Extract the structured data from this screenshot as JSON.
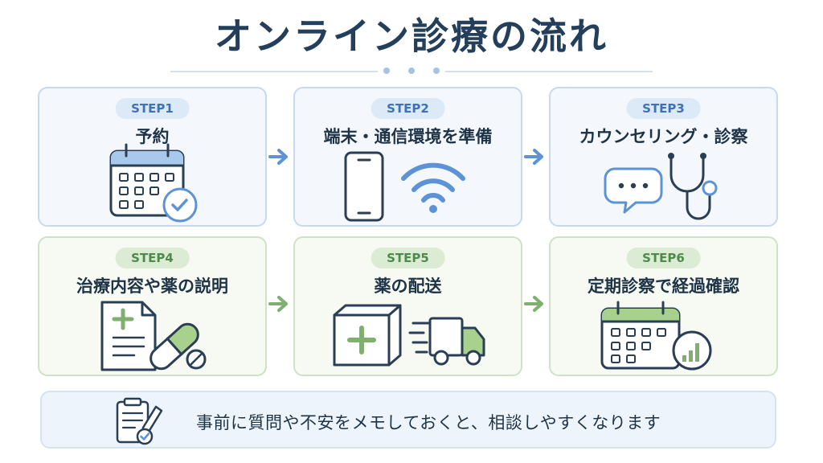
{
  "title": "オンライン診療の流れ",
  "steps": [
    {
      "badge": "STEP1",
      "title": "予約",
      "theme": "blue"
    },
    {
      "badge": "STEP2",
      "title": "端末・通信環境を準備",
      "theme": "blue"
    },
    {
      "badge": "STEP3",
      "title": "カウンセリング・診察",
      "theme": "blue"
    },
    {
      "badge": "STEP4",
      "title": "治療内容や薬の説明",
      "theme": "green"
    },
    {
      "badge": "STEP5",
      "title": "薬の配送",
      "theme": "green"
    },
    {
      "badge": "STEP6",
      "title": "定期診察で経過確認",
      "theme": "green"
    }
  ],
  "tip": "事前に質問や不安をメモしておくと、相談しやすくなります",
  "colors": {
    "title": "#243f5c",
    "blue_accent": "#5b93d6",
    "green_accent": "#7fb06f",
    "line": "#2a3e54"
  },
  "icons": {
    "step1": [
      "calendar-icon",
      "check-circle-icon"
    ],
    "step2": [
      "smartphone-icon",
      "wifi-icon"
    ],
    "step3": [
      "chat-bubble-icon",
      "stethoscope-icon"
    ],
    "step4": [
      "prescription-document-icon",
      "pill-capsule-icon"
    ],
    "step5": [
      "medicine-box-icon",
      "delivery-truck-icon"
    ],
    "step6": [
      "calendar-icon",
      "chart-progress-icon"
    ],
    "tip": "memo-clipboard-icon"
  }
}
